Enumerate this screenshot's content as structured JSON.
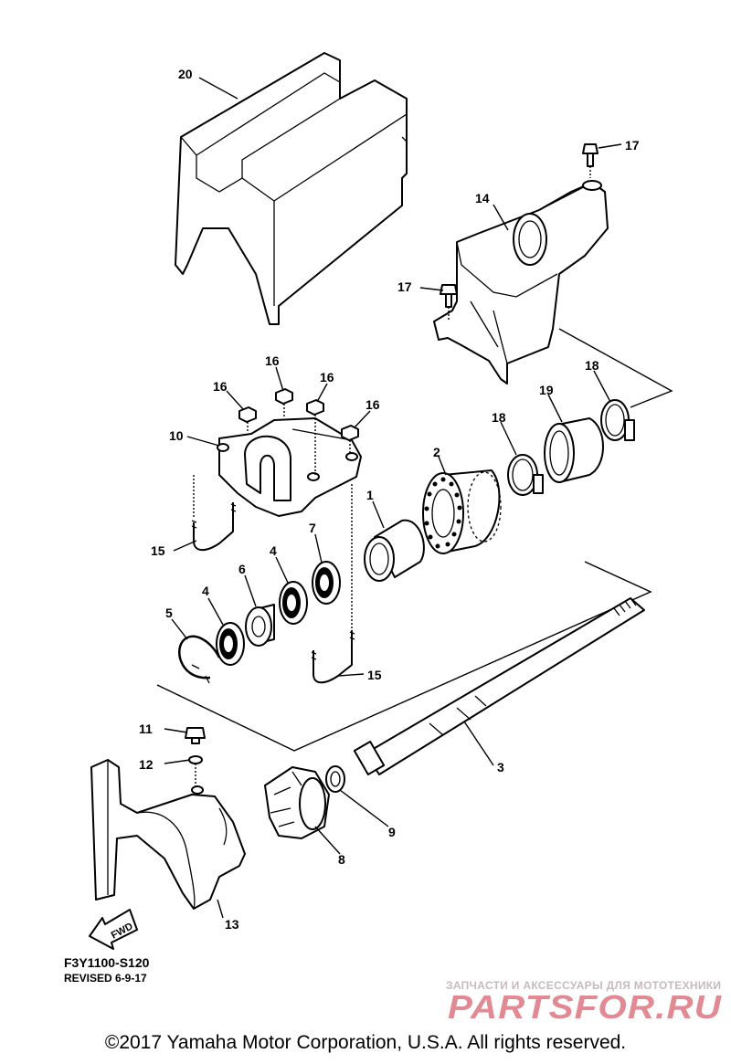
{
  "diagram": {
    "callouts": {
      "c1": "1",
      "c2": "2",
      "c3": "3",
      "c4a": "4",
      "c4b": "4",
      "c5": "5",
      "c6": "6",
      "c7": "7",
      "c8": "8",
      "c9": "9",
      "c10": "10",
      "c11": "11",
      "c12": "12",
      "c13": "13",
      "c14": "14",
      "c15a": "15",
      "c15b": "15",
      "c16a": "16",
      "c16b": "16",
      "c16c": "16",
      "c16d": "16",
      "c17a": "17",
      "c17b": "17",
      "c18a": "18",
      "c18b": "18",
      "c19": "19",
      "c20": "20"
    },
    "fwd_label": "FWD",
    "diagram_code": "F3Y1100-S120",
    "revised": "REVISED 6-9-17"
  },
  "watermark": {
    "tagline": "ЗАПЧАСТИ И АКСЕССУАРЫ ДЛЯ МОТОТЕХНИКИ",
    "brand": "PARTSFOR.RU",
    "color": "#e28a94"
  },
  "footer": {
    "copyright": "©2017 Yamaha Motor Corporation, U.S.A. All rights reserved."
  }
}
